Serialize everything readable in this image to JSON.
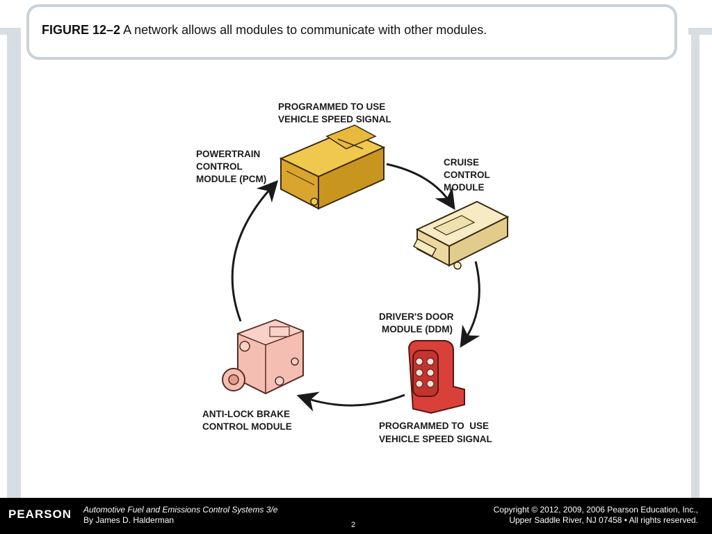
{
  "title": {
    "figure_label": "FIGURE 12–2",
    "caption": "A network allows all modules to communicate with other modules."
  },
  "diagram": {
    "labels": {
      "programmed_top_line1": "PROGRAMMED TO USE",
      "programmed_top_line2": "VEHICLE SPEED SIGNAL",
      "pcm_line1": "POWERTRAIN",
      "pcm_line2": "CONTROL",
      "pcm_line3": "MODULE (PCM)",
      "cruise_line1": "CRUISE",
      "cruise_line2": "CONTROL",
      "cruise_line3": "MODULE",
      "ddm_line1": "DRIVER'S DOOR",
      "ddm_line2": "MODULE (DDM)",
      "abs_line1": "ANTI-LOCK BRAKE",
      "abs_line2": "CONTROL MODULE",
      "programmed_bottom_line1": "PROGRAMMED TO  USE",
      "programmed_bottom_line2": "VEHICLE SPEED SIGNAL"
    },
    "colors": {
      "pcm": "#e8b93a",
      "cruise": "#f4e6b8",
      "ddm": "#d9403a",
      "abs": "#f2b6a8",
      "arrow": "#1a1a1a"
    }
  },
  "footer": {
    "logo": "PEARSON",
    "book_title": "Automotive Fuel and Emissions Control Systems 3/e",
    "author": "By James D. Halderman",
    "copyright": "Copyright © 2012, 2009, 2006 Pearson Education, Inc.,",
    "address": "Upper Saddle River, NJ 07458 • All rights reserved.",
    "page_number": "2"
  }
}
